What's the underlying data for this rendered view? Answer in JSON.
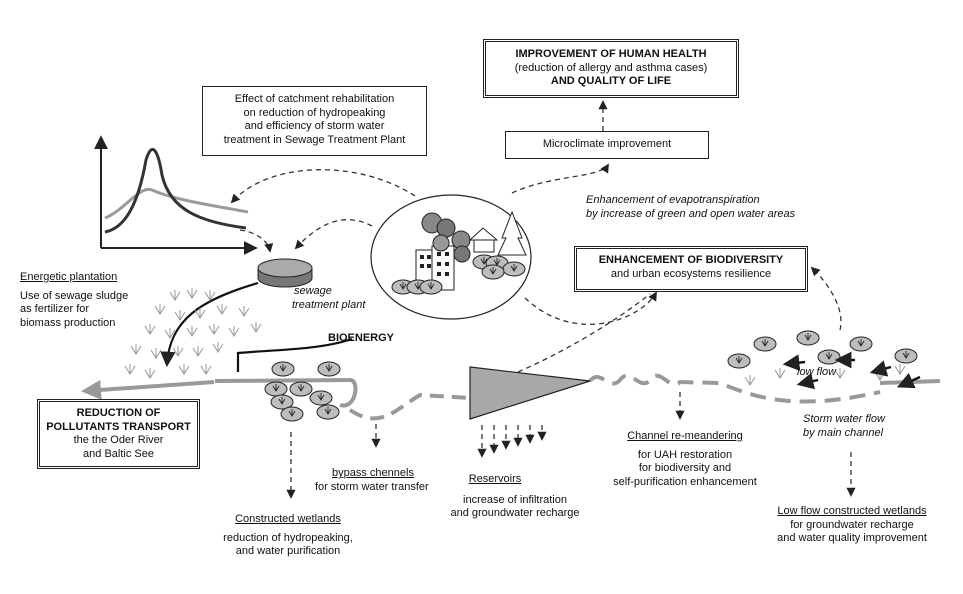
{
  "health": {
    "line1": "IMPROVEMENT OF HUMAN HEALTH",
    "line2": "(reduction of allergy and asthma cases)",
    "line3": "AND QUALITY OF LIFE"
  },
  "catchment": {
    "line1": "Effect of catchment rehabilitation",
    "line2": "on reduction of hydropeaking",
    "line3": "and efficiency of storm water",
    "line4": "treatment in Sewage Treatment Plant"
  },
  "microclimate": "Microclimate improvement",
  "evapo": {
    "line1": "Enhancement of evapotranspiration",
    "line2": "by increase of green and open water areas"
  },
  "biodiversity": {
    "title": "ENHANCEMENT OF BIODIVERSITY",
    "subtitle": "and urban ecosystems resilience"
  },
  "energetic": {
    "title": "Energetic plantation",
    "line1": "Use of sewage sludge",
    "line2": "as fertilizer for",
    "line3": "biomass  production"
  },
  "sewage": {
    "line1": "sewage",
    "line2": "treatment plant"
  },
  "bioenergy": "BIOENERGY",
  "pollutants": {
    "line1": "REDUCTION OF",
    "line2": "POLLUTANTS TRANSPORT",
    "line3": "the the Oder River",
    "line4": "and Baltic See"
  },
  "bypass": {
    "title": "bypass chennels",
    "desc": "for storm water transfer"
  },
  "wetlands": {
    "title": "Constructed wetlands",
    "line1": "reduction of hydropeaking,",
    "line2": "and  water purification"
  },
  "reservoirs": {
    "title": "Reservoirs",
    "line1": "increase of infiltration",
    "line2": "and groundwater recharge"
  },
  "meander": {
    "title": "Channel re-meandering",
    "line1": "for UAH restoration",
    "line2": "for biodiversity and",
    "line3": "self-purification enhancement"
  },
  "lowflow_label": "low flow",
  "stormflow": {
    "line1": "Storm water flow",
    "line2": "by main channel"
  },
  "lowflow_wetlands": {
    "title": "Low flow constructed wetlands",
    "line1": "for groundwater recharge",
    "line2": "and water quality improvement"
  }
}
